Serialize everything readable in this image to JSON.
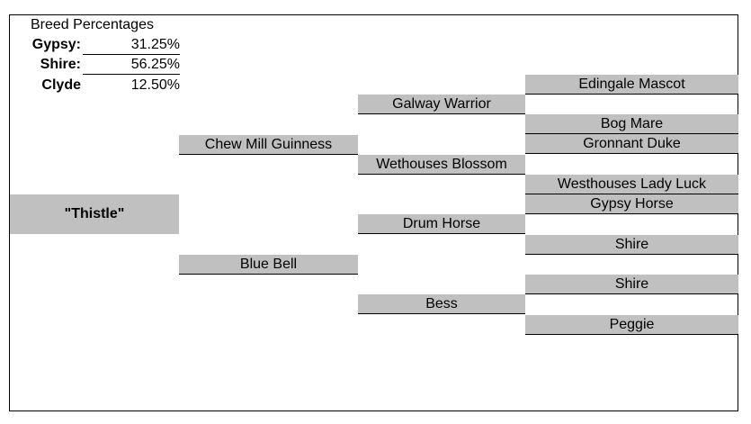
{
  "breed_percentages": {
    "title": "Breed Percentages",
    "rows": [
      {
        "name": "Gypsy:",
        "value": "31.25%"
      },
      {
        "name": "Shire:",
        "value": "56.25%"
      },
      {
        "name": "Clyde",
        "value": "12.50%"
      }
    ]
  },
  "horse": "\"Thistle\"",
  "parents": {
    "sire": "Chew Mill Guinness",
    "dam": "Blue Bell"
  },
  "grandparents": [
    "Galway Warrior",
    "Wethouses Blossom",
    "Drum Horse",
    "Bess"
  ],
  "great_grandparents": [
    "Edingale Mascot",
    "Bog Mare",
    "Gronnant Duke",
    "Westhouses Lady Luck",
    "Gypsy Horse",
    "Shire",
    "Shire",
    "Peggie"
  ],
  "colors": {
    "cell_fill": "#c0c0c0",
    "line": "#000000",
    "background": "#ffffff"
  }
}
